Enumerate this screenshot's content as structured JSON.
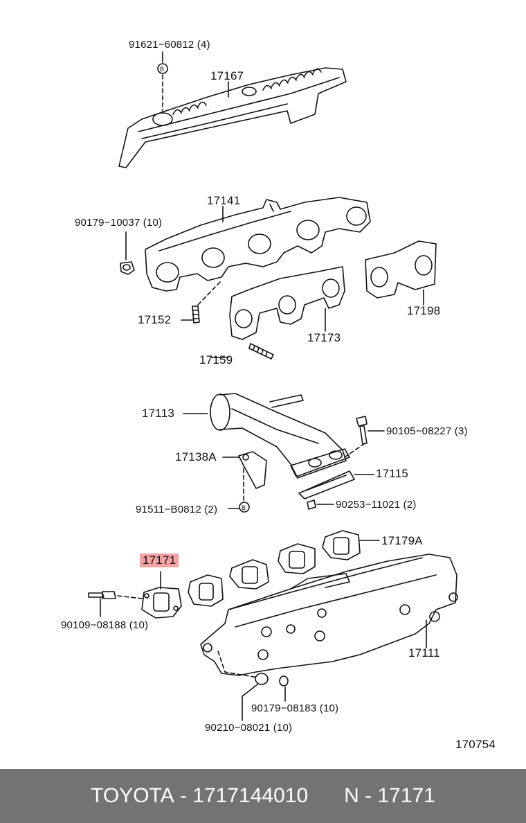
{
  "labels": {
    "p91621": "91621−60812 (4)",
    "p17167": "17167",
    "p90179a": "90179−10037 (10)",
    "p17141": "17141",
    "p17152": "17152",
    "p17173": "17173",
    "p17198": "17198",
    "p17159": "17159",
    "p17113": "17113",
    "p90105": "90105−08227 (3)",
    "p17138A": "17138A",
    "p17115": "17115",
    "p91511": "91511−B0812 (2)",
    "p90253": "90253−11021 (2)",
    "p17179A": "17179A",
    "p17171": "17171",
    "p90109": "90109−08188 (10)",
    "p17111": "17111",
    "p90179b": "90179−08183 (10)",
    "p90210": "90210−08021 (10)",
    "diagram_id": "170754"
  },
  "footer": {
    "brand": "TOYOTA",
    "part_number": "1717144010",
    "ref": "N - 17171",
    "separator": " - "
  },
  "colors": {
    "highlight": "#f4a1a1",
    "footer_bg": "#737373",
    "line": "#111111"
  }
}
